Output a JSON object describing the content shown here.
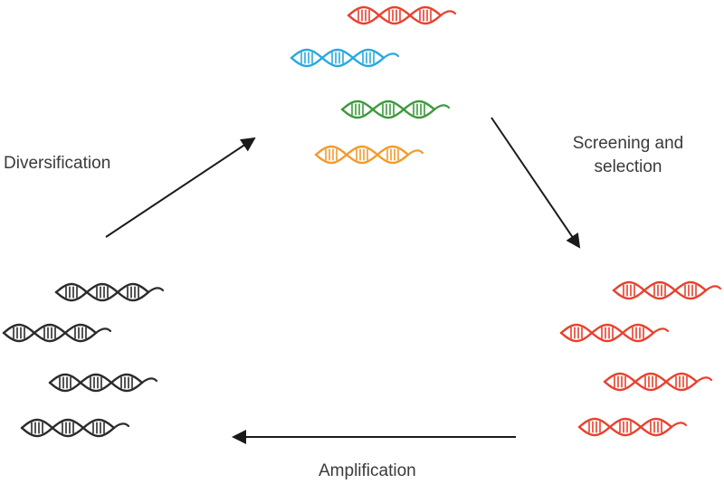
{
  "labels": {
    "diversification": "Diversification",
    "screening_line1": "Screening and",
    "screening_line2": "selection",
    "amplification": "Amplification"
  },
  "colors": {
    "red": "#e8412d",
    "blue": "#29a8df",
    "green": "#3c9a3a",
    "orange": "#f39a2c",
    "black": "#2b2b2b",
    "arrow": "#1a1a1a"
  },
  "groups": {
    "library": {
      "colors": [
        "black",
        "black",
        "black",
        "black"
      ]
    },
    "diverse": {
      "colors": [
        "red",
        "blue",
        "green",
        "orange"
      ]
    },
    "selected": {
      "colors": [
        "red",
        "red",
        "red",
        "red"
      ]
    }
  }
}
